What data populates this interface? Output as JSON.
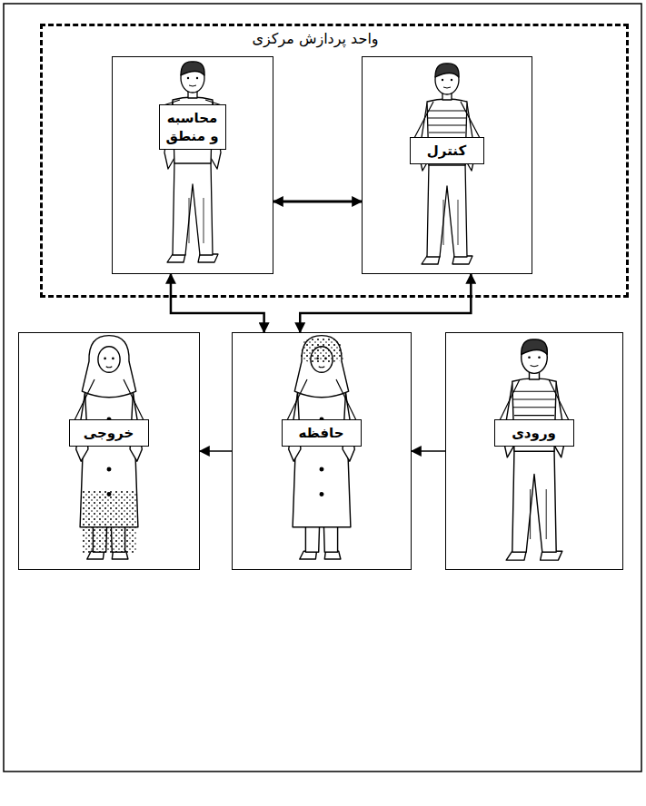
{
  "diagram": {
    "nodes": [
      {
        "text": [
          "واحد پردازش مرکزی"
        ]
      },
      {
        "text": [
          "کنترل"
        ],
        "in": 0
      },
      {
        "text": [
          "محاسبه و منطق"
        ],
        "in": 0
      },
      {
        "text": [
          "ورودی"
        ]
      },
      {
        "text": [
          "حافظه"
        ]
      },
      {
        "text": [
          "خروجی"
        ]
      }
    ],
    "edges": [
      {
        "from": 2,
        "to": 1,
        "arrow": "both"
      },
      {
        "from": 2,
        "to": 4,
        "arrow": "both"
      },
      {
        "from": 1,
        "to": 4,
        "arrow": "both"
      },
      {
        "from": 3,
        "to": 4,
        "arrow": "to"
      },
      {
        "from": 4,
        "to": 5,
        "arrow": "to"
      }
    ]
  }
}
